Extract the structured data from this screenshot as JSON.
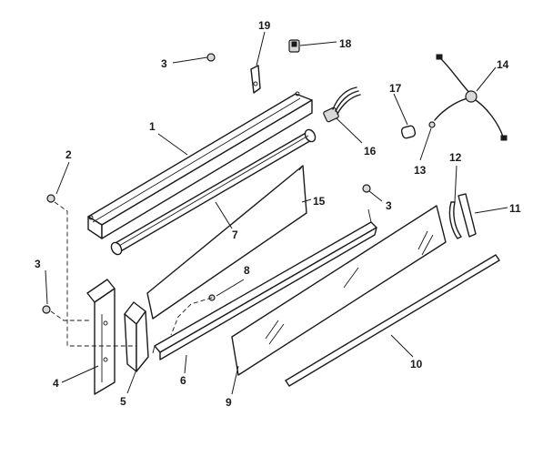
{
  "callouts": [
    {
      "id": "c1",
      "label": "1"
    },
    {
      "id": "c2",
      "label": "2"
    },
    {
      "id": "c3a",
      "label": "3"
    },
    {
      "id": "c3b",
      "label": "3"
    },
    {
      "id": "c3c",
      "label": "3"
    },
    {
      "id": "c4",
      "label": "4"
    },
    {
      "id": "c5",
      "label": "5"
    },
    {
      "id": "c6",
      "label": "6"
    },
    {
      "id": "c7",
      "label": "7"
    },
    {
      "id": "c8",
      "label": "8"
    },
    {
      "id": "c9",
      "label": "9"
    },
    {
      "id": "c10",
      "label": "10"
    },
    {
      "id": "c11",
      "label": "11"
    },
    {
      "id": "c12",
      "label": "12"
    },
    {
      "id": "c13",
      "label": "13"
    },
    {
      "id": "c14",
      "label": "14"
    },
    {
      "id": "c15",
      "label": "15"
    },
    {
      "id": "c16",
      "label": "16"
    },
    {
      "id": "c17",
      "label": "17"
    },
    {
      "id": "c18",
      "label": "18"
    },
    {
      "id": "c19",
      "label": "19"
    }
  ]
}
